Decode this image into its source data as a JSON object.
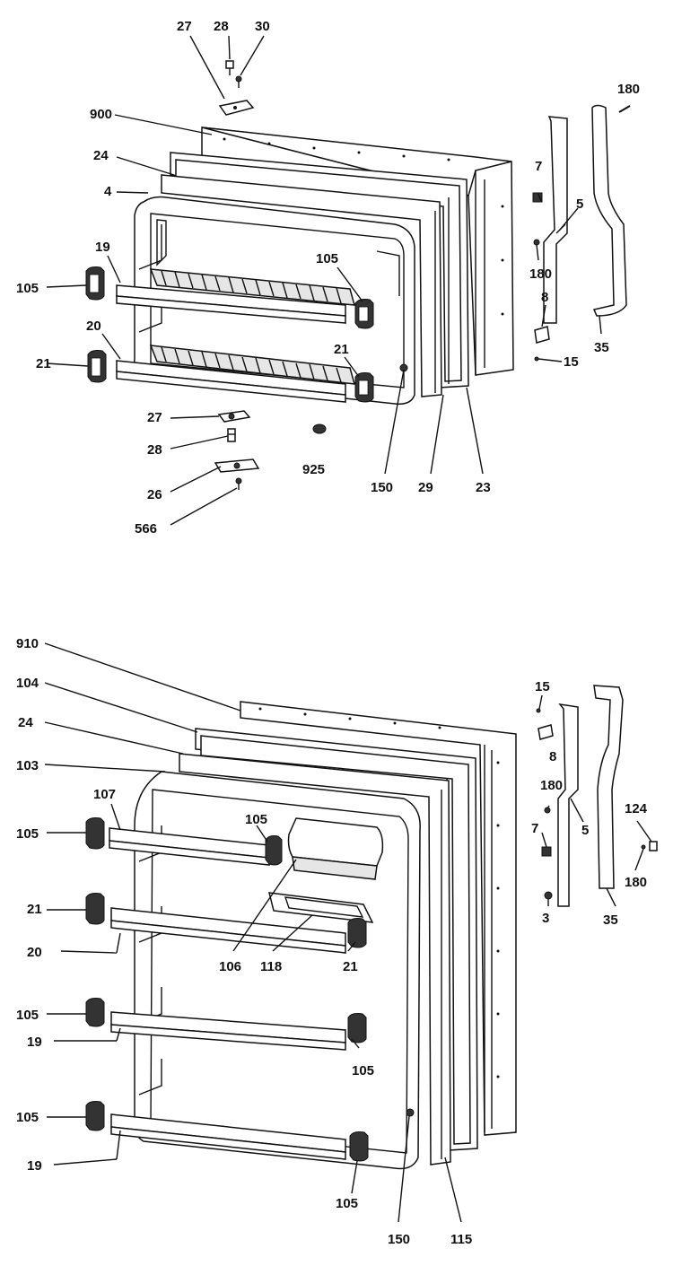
{
  "top_assembly": {
    "labels": {
      "l27": "27",
      "l28": "28",
      "l30": "30",
      "l900": "900",
      "l24": "24",
      "l4": "4",
      "l19": "19",
      "l105a": "105",
      "l105b": "105",
      "l20": "20",
      "l21a": "21",
      "l21b": "21",
      "l27b": "27",
      "l28b": "28",
      "l26": "26",
      "l566": "566",
      "l925": "925",
      "l150": "150",
      "l29": "29",
      "l23": "23",
      "l180a": "180",
      "l7": "7",
      "l5": "5",
      "l180b": "180",
      "l8": "8",
      "l35": "35",
      "l15": "15"
    }
  },
  "bottom_assembly": {
    "labels": {
      "l910": "910",
      "l104": "104",
      "l24": "24",
      "l103": "103",
      "l107": "107",
      "l105a": "105",
      "l105b": "105",
      "l21a": "21",
      "l20": "20",
      "l106": "106",
      "l118": "118",
      "l21b": "21",
      "l105c": "105",
      "l19a": "19",
      "l105d": "105",
      "l105e": "105",
      "l19b": "19",
      "l105f": "105",
      "l150": "150",
      "l115": "115",
      "l15": "15",
      "l8": "8",
      "l180a": "180",
      "l5": "5",
      "l7": "7",
      "l3": "3",
      "l124": "124",
      "l180b": "180",
      "l35": "35"
    }
  }
}
